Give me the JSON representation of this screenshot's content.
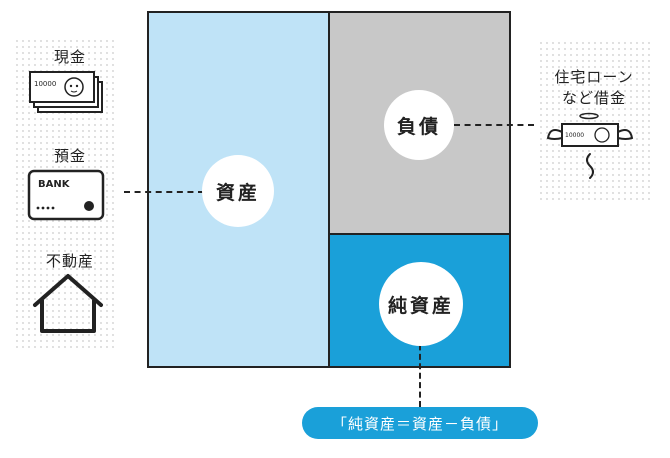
{
  "assets_items": [
    {
      "label": "現金",
      "icon": "banknote-stack-icon",
      "note_text": "10000"
    },
    {
      "label": "預金",
      "icon": "bank-card-icon",
      "card_text": "BANK"
    },
    {
      "label": "不動産",
      "icon": "house-icon"
    }
  ],
  "blocks": {
    "assets": {
      "label": "資産",
      "color": "#bfe3f7"
    },
    "liabilities": {
      "label": "負債",
      "color": "#c8c8c8"
    },
    "net_assets": {
      "label": "純資産",
      "color": "#1aa0d9"
    }
  },
  "loan": {
    "label_line1": "住宅ローン",
    "label_line2": "など借金",
    "icon": "flying-banknote-icon",
    "note_text": "10000"
  },
  "formula": "「純資産＝資産－負債」"
}
